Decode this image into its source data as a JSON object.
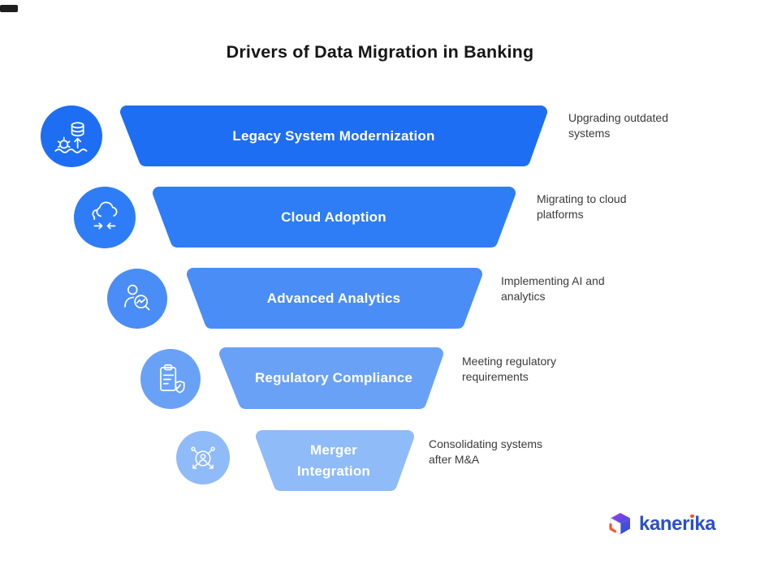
{
  "title": "Drivers of Data Migration in Banking",
  "funnel": {
    "rows": [
      {
        "label": "Legacy System Modernization",
        "description": "Upgrading outdated systems",
        "color": "#1d6ef3",
        "icon": "legacy-modernization-icon"
      },
      {
        "label": "Cloud Adoption",
        "description": "Migrating to cloud platforms",
        "color": "#2f7df6",
        "icon": "cloud-adoption-icon"
      },
      {
        "label": "Advanced Analytics",
        "description": "Implementing AI and analytics",
        "color": "#4a8df6",
        "icon": "advanced-analytics-icon"
      },
      {
        "label": "Regulatory Compliance",
        "description": "Meeting regulatory requirements",
        "color": "#69a1f7",
        "icon": "regulatory-compliance-icon"
      },
      {
        "label": "Merger Integration",
        "description": "Consolidating systems after M&A",
        "color": "#90bbf9",
        "icon": "merger-integration-icon"
      }
    ]
  },
  "logo": {
    "name": "kanerika",
    "parts": {
      "before": "kaner",
      "i": "ı",
      "after": "ka"
    },
    "text_color": "#2a4fc9",
    "dot_color": "#f4562a"
  }
}
